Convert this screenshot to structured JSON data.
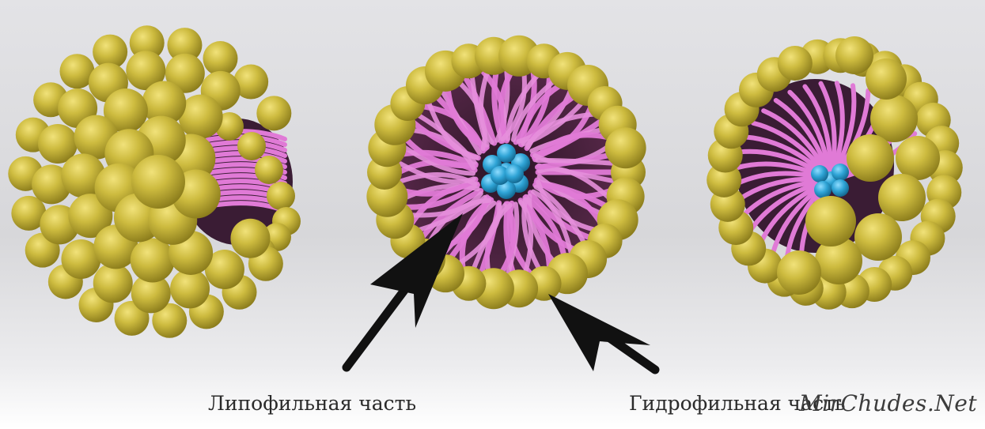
{
  "labels": {
    "lipophilic": "Липофильная часть",
    "hydrophilic": "Гидрофильная часть"
  },
  "watermark": "MirChudes.Net",
  "colors": {
    "background": "#d9d9dc",
    "head_group": "#c4b236",
    "tail": "#e07ad6",
    "core": "#2fa4d6",
    "arrow": "#111111"
  }
}
